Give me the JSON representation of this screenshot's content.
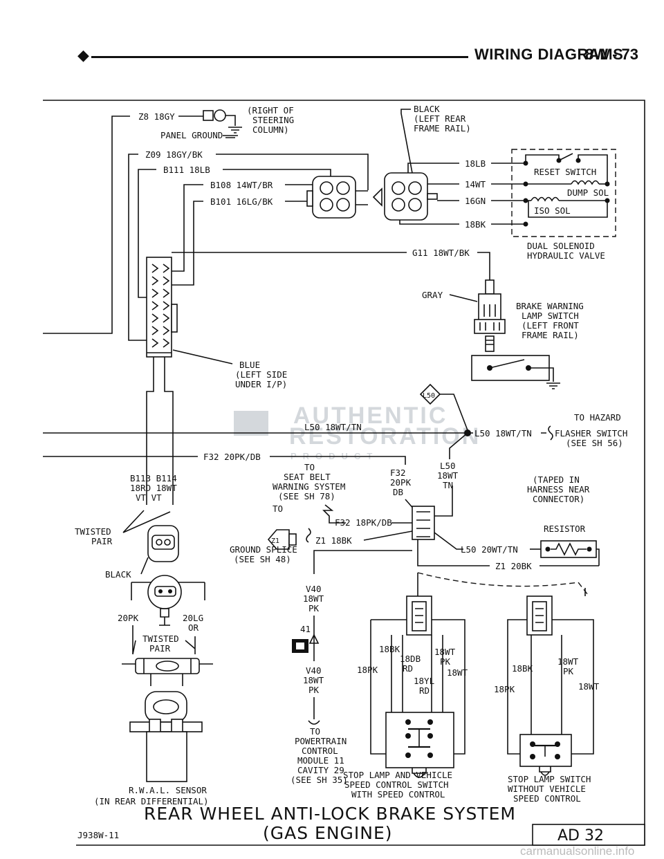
{
  "header": {
    "section_title": "WIRING DIAGRAMS",
    "page_ref": "8W - 73"
  },
  "labels": {
    "z8": "Z8 18GY",
    "right_of_steering": [
      "(RIGHT OF",
      "STEERING",
      "COLUMN)"
    ],
    "panel_ground": "PANEL GROUND",
    "black_left_rear": [
      "BLACK",
      "(LEFT REAR",
      "FRAME RAIL)"
    ],
    "z09": "Z09 18GY/BK",
    "b111": "B111 18LB",
    "b108": "B108 14WT/BR",
    "b101": "B101 16LG/BK",
    "w_18lb": "18LB",
    "w_14wt": "14WT",
    "w_16gn": "16GN",
    "w_18bk": "18BK",
    "reset_switch": "RESET SWITCH",
    "dump_sol": "DUMP SOL",
    "iso_sol": "ISO SOL",
    "dual_solenoid": [
      "DUAL SOLENOID",
      "HYDRAULIC VALVE"
    ],
    "g11": "G11 18WT/BK",
    "gray": "GRAY",
    "brake_warning": [
      "BRAKE WARNING",
      "LAMP SWITCH",
      "(LEFT FRONT",
      "FRAME RAIL)"
    ],
    "blue_left_side": [
      "BLUE",
      "(LEFT SIDE",
      "UNDER I/P)"
    ],
    "l50_splice": "L50",
    "to_hazard": [
      "TO HAZARD",
      "FLASHER SWITCH",
      "(SEE SH 56)"
    ],
    "l50_18wt_tn_left": "L50 18WT/TN",
    "l50_18wt_tn_right": "L50 18WT/TN",
    "f32_20pk_db": "F32 20PK/DB",
    "b113_b114": [
      "B113 B114",
      "18RD 18WT",
      "VT   VT"
    ],
    "to_seat_belt": [
      "TO",
      "SEAT BELT",
      "WARNING SYSTEM",
      "(SEE SH 78)"
    ],
    "f32_20pk_db_vertical": [
      "F32",
      "20PK",
      "DB"
    ],
    "l50_18wt_tn_vertical": [
      "L50",
      "18WT",
      "TN"
    ],
    "taped_in_harness": [
      "(TAPED IN",
      "HARNESS NEAR",
      "CONNECTOR)"
    ],
    "to": "TO",
    "f32_18pk_db": "F32 18PK/DB",
    "z1_18bk": "Z1 18BK",
    "z1_splice": "Z1",
    "l50_20wt_tn": "L50 20WT/TN",
    "resistor": "RESISTOR",
    "twisted_pair": [
      "TWISTED",
      "PAIR"
    ],
    "ground_splice": [
      "GROUND SPLICE",
      "(SEE SH 48)"
    ],
    "z1_20bk": "Z1 20BK",
    "black": "BLACK",
    "v40_top": [
      "V40",
      "18WT",
      "PK"
    ],
    "w_20pk": "20PK",
    "w_20lg_or": [
      "20LG",
      "OR"
    ],
    "twisted_pair_lower": [
      "TWISTED",
      "PAIR"
    ],
    "module_41": "41",
    "center_wires": {
      "c18bk": "18BK",
      "c18db_rd": [
        "18DB",
        "RD"
      ],
      "c18wt_pk": [
        "18WT",
        "PK"
      ],
      "c18pk": "18PK",
      "c18wt": "18WT",
      "c18yl_rd": [
        "18YL",
        "RD"
      ]
    },
    "right_wires": {
      "r18bk": "18BK",
      "r18wt_pk": [
        "18WT",
        "PK"
      ],
      "r18pk": "18PK",
      "r18wt": "18WT"
    },
    "v40_bottom": [
      "V40",
      "18WT",
      "PK"
    ],
    "to_powertrain": [
      "TO",
      "POWERTRAIN",
      "CONTROL",
      "MODULE 11",
      "CAVITY 29",
      "(SEE SH 35)"
    ],
    "rwal_sensor": [
      "R.W.A.L. SENSOR",
      "(IN REAR DIFFERENTIAL)"
    ],
    "stop_lamp_with": [
      "STOP LAMP AND VEHICLE",
      "SPEED CONTROL SWITCH",
      "WITH SPEED CONTROL"
    ],
    "stop_lamp_without": [
      "STOP LAMP SWITCH",
      "WITHOUT VEHICLE",
      "SPEED CONTROL"
    ]
  },
  "watermark": {
    "line1": "AUTHENTIC",
    "line2": "RESTORATION",
    "line3": "PRODUCT"
  },
  "footer": {
    "title_line1": "REAR WHEEL ANTI-LOCK BRAKE SYSTEM",
    "title_line2": "(GAS ENGINE)",
    "drawing_code": "J938W-11",
    "sheet": "AD 32",
    "site": "carmanualsonline.info"
  }
}
